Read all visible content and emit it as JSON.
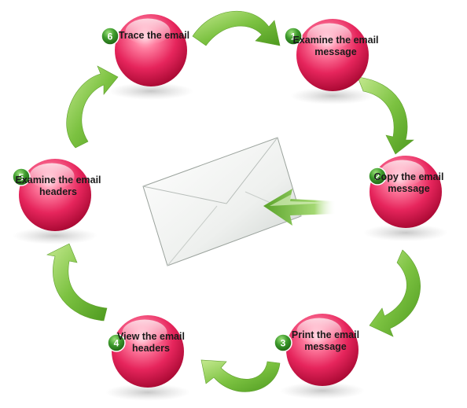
{
  "steps": [
    {
      "number": "1",
      "label": "Examine the email message"
    },
    {
      "number": "2",
      "label": "Copy the email message"
    },
    {
      "number": "3",
      "label": "Print the email message"
    },
    {
      "number": "4",
      "label": "View the email headers"
    },
    {
      "number": "5",
      "label": "Examine the email headers"
    },
    {
      "number": "6",
      "label": "Trace the email"
    }
  ],
  "colors": {
    "node_fill": "#e6255c",
    "node_highlight": "#ffd0dc",
    "badge_fill": "#3d9a2c",
    "arrow_fill": "#7cc241",
    "arrow_dark": "#4e9a1f"
  },
  "icons": {
    "center": "envelope-icon",
    "incoming": "incoming-arrow-icon"
  }
}
